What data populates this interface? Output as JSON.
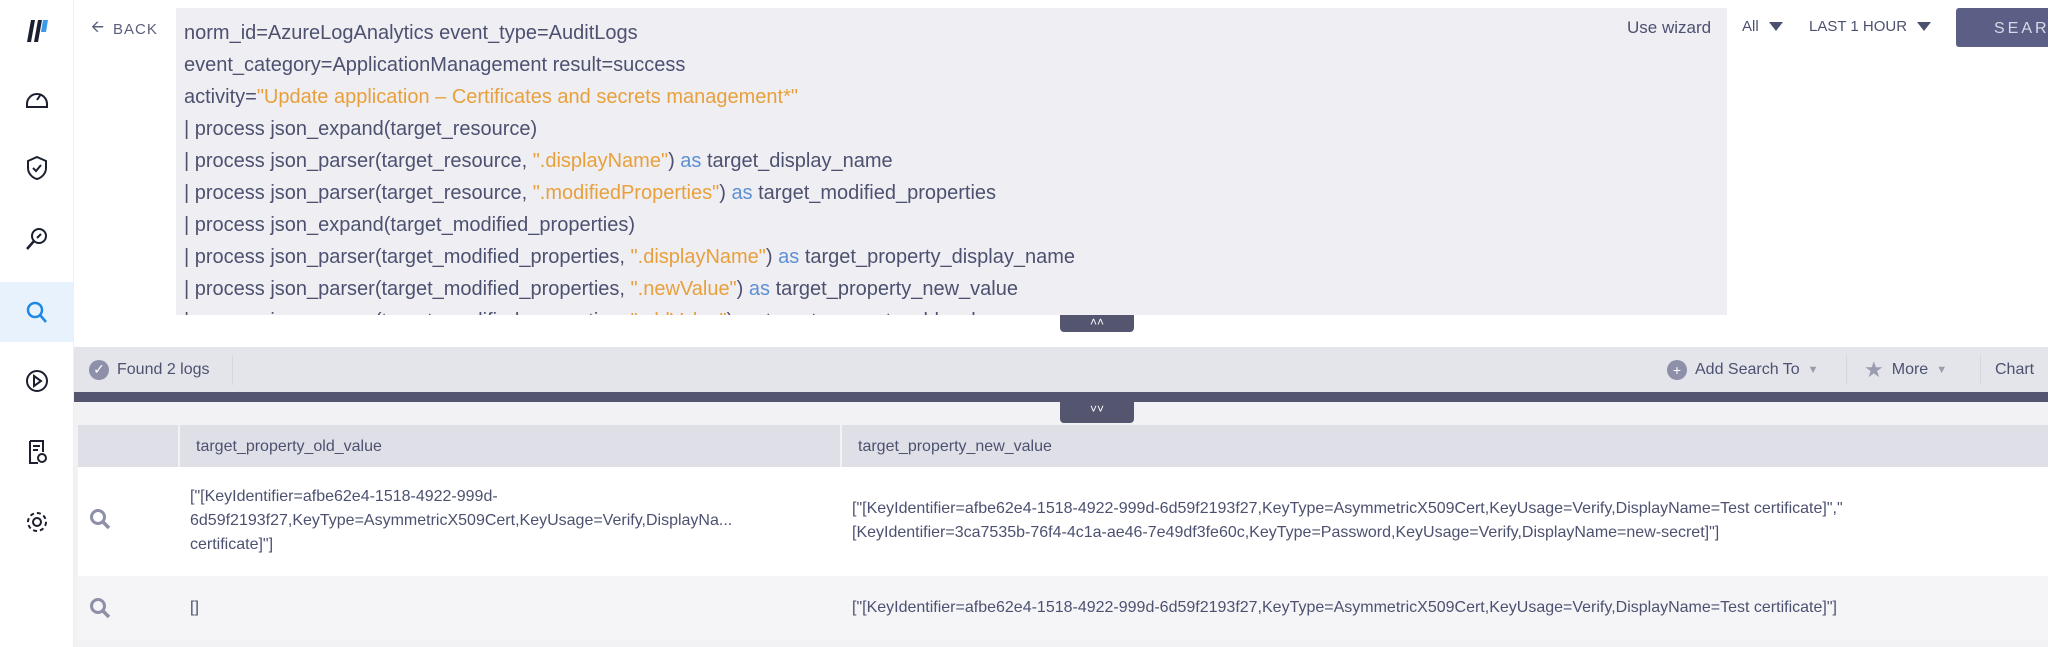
{
  "nav": {
    "back_label": "BACK",
    "items": [
      "logo",
      "dashboard",
      "incidents",
      "investigate",
      "search",
      "playbooks",
      "reports",
      "settings"
    ],
    "active": "search"
  },
  "query": {
    "lines": [
      [
        {
          "t": "norm_id=AzureLogAnalytics event_type=AuditLogs",
          "c": ""
        }
      ],
      [
        {
          "t": "event_category=ApplicationManagement result=success",
          "c": ""
        }
      ],
      [
        {
          "t": "activity=",
          "c": ""
        },
        {
          "t": "\"Update application – Certificates and secrets management*\"",
          "c": "str"
        }
      ],
      [
        {
          "t": "| process json_expand(target_resource)",
          "c": ""
        }
      ],
      [
        {
          "t": "| process json_parser(target_resource, ",
          "c": ""
        },
        {
          "t": "\".displayName\"",
          "c": "str"
        },
        {
          "t": ") ",
          "c": ""
        },
        {
          "t": "as",
          "c": "kw"
        },
        {
          "t": " target_display_name",
          "c": ""
        }
      ],
      [
        {
          "t": "| process json_parser(target_resource, ",
          "c": ""
        },
        {
          "t": "\".modifiedProperties\"",
          "c": "str"
        },
        {
          "t": ") ",
          "c": ""
        },
        {
          "t": "as",
          "c": "kw"
        },
        {
          "t": " target_modified_properties",
          "c": ""
        }
      ],
      [
        {
          "t": "| process json_expand(target_modified_properties)",
          "c": ""
        }
      ],
      [
        {
          "t": "| process json_parser(target_modified_properties, ",
          "c": ""
        },
        {
          "t": "\".displayName\"",
          "c": "str"
        },
        {
          "t": ") ",
          "c": ""
        },
        {
          "t": "as",
          "c": "kw"
        },
        {
          "t": " target_property_display_name",
          "c": ""
        }
      ],
      [
        {
          "t": "| process json_parser(target_modified_properties, ",
          "c": ""
        },
        {
          "t": "\".newValue\"",
          "c": "str"
        },
        {
          "t": ") ",
          "c": ""
        },
        {
          "t": "as",
          "c": "kw"
        },
        {
          "t": " target_property_new_value",
          "c": ""
        }
      ],
      [
        {
          "t": "| process json_parser(target_modified_properties, ",
          "c": ""
        },
        {
          "t": "\".oldValue\"",
          "c": "str"
        },
        {
          "t": ") ",
          "c": ""
        },
        {
          "t": "as",
          "c": "kw"
        },
        {
          "t": " target_property_old_value",
          "c": ""
        }
      ]
    ],
    "use_wizard": "Use wizard",
    "repo_select": "All",
    "time_range": "LAST 1 HOUR",
    "search_button": "SEARCH"
  },
  "toolbar": {
    "found": "Found 2 logs",
    "add_search_to": "Add Search To",
    "more": "More",
    "chart": "Chart"
  },
  "table": {
    "columns": [
      "target_property_old_value",
      "target_property_new_value"
    ],
    "rows": [
      {
        "old": "[\"[KeyIdentifier=afbe62e4-1518-4922-999d-\n6d59f2193f27,KeyType=AsymmetricX509Cert,KeyUsage=Verify,DisplayNa...\ncertificate]\"]",
        "new": "[\"[KeyIdentifier=afbe62e4-1518-4922-999d-6d59f2193f27,KeyType=AsymmetricX509Cert,KeyUsage=Verify,DisplayName=Test certificate]\",\"\n[KeyIdentifier=3ca7535b-76f4-4c1a-ae46-7e49df3fe60c,KeyType=Password,KeyUsage=Verify,DisplayName=new-secret]\"]"
      },
      {
        "old": "[]",
        "new": "[\"[KeyIdentifier=afbe62e4-1518-4922-999d-6d59f2193f27,KeyType=AsymmetricX509Cert,KeyUsage=Verify,DisplayName=Test certificate]\"]"
      }
    ]
  },
  "colors": {
    "accent": "#545670",
    "string": "#e8a03c",
    "keyword": "#5d8fd4",
    "active_nav": "#1e88e5"
  }
}
